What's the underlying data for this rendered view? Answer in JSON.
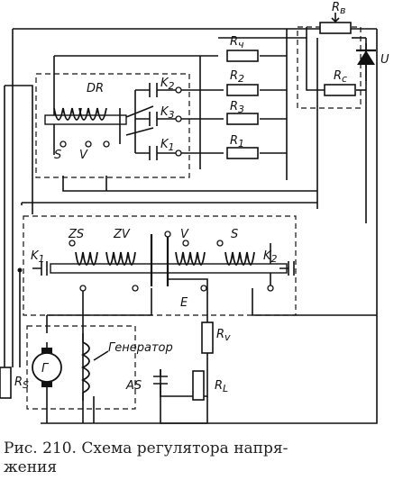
{
  "labels": {
    "rb": "R",
    "rb_sub": "в",
    "r4": "R",
    "r4_sub": "ч",
    "r2": "R",
    "r2_sub": "2",
    "r3": "R",
    "r3_sub": "3",
    "r1": "R",
    "r1_sub": "1",
    "rc": "R",
    "rc_sub": "c",
    "u": "U",
    "dr": "DR",
    "k2_top": "K",
    "k2_top_sub": "2",
    "k3": "K",
    "k3_sub": "3",
    "k1_top": "K",
    "k1_top_sub": "1",
    "s_top": "S",
    "v_top": "V",
    "zs": "ZS",
    "zv": "ZV",
    "v_mid": "V",
    "s_mid": "S",
    "k1_mid": "K",
    "k1_mid_sub": "1",
    "k2_mid": "K",
    "k2_mid_sub": "2",
    "e": "E",
    "rv": "R",
    "rv_sub": "v",
    "rl": "R",
    "rl_sub": "L",
    "as": "AS",
    "generator_label": "Генератор",
    "generator_symbol": "Г",
    "rs": "R",
    "rs_sub": "S"
  },
  "caption": {
    "line1": "Рис. 210. Схема регулятора напря-",
    "line2": "жения"
  }
}
